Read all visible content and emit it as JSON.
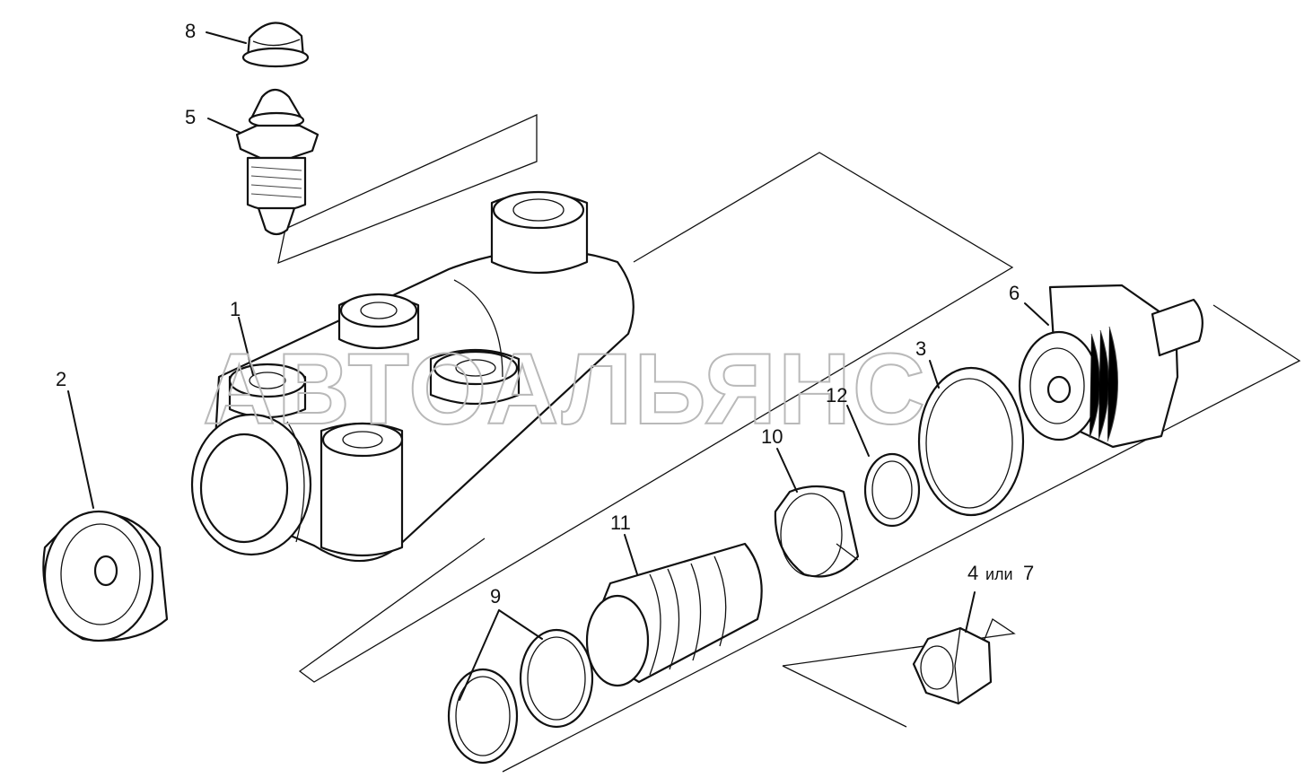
{
  "watermark": "АВТОАЛЬЯНС",
  "callouts": {
    "c1": "1",
    "c2": "2",
    "c3": "3",
    "c4_7": "4",
    "c4_or": "или",
    "c4_7b": "7",
    "c5": "5",
    "c6": "6",
    "c8": "8",
    "c9": "9",
    "c10": "10",
    "c11": "11",
    "c12": "12"
  },
  "colors": {
    "ink": "#111111",
    "watermark": "#b9b9b9",
    "background": "#ffffff"
  }
}
